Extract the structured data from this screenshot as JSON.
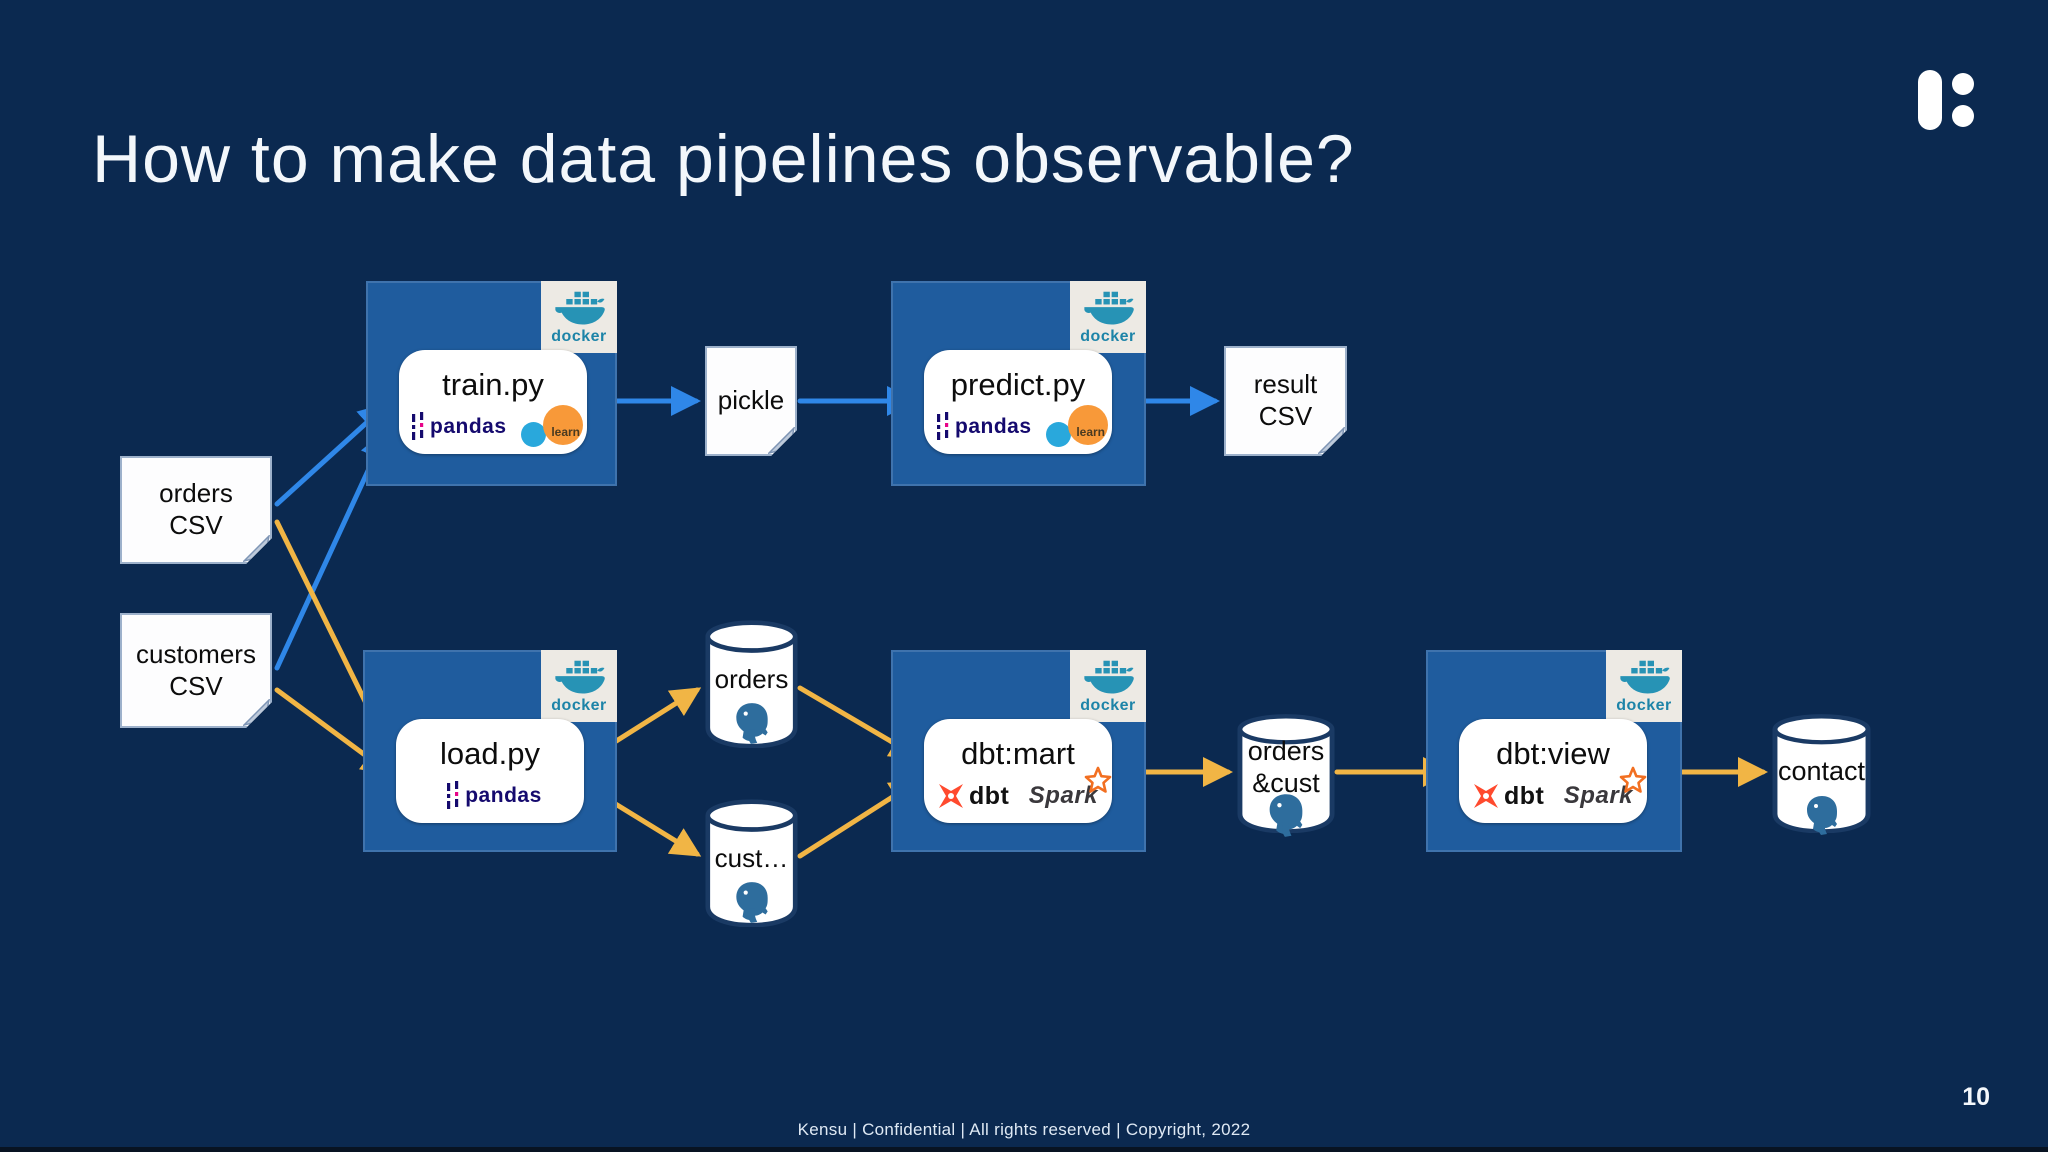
{
  "slide": {
    "title": "How to make data pipelines observable?",
    "footer": "Kensu | Confidential | All rights reserved | Copyright, 2022",
    "page_number": "10"
  },
  "colors": {
    "background": "#0b2950",
    "container_blue": "#1f5c9e",
    "arrow_blue": "#2f87e8",
    "arrow_yellow": "#f1b545",
    "node_white": "#ffffff",
    "cylinder_outline": "#1a3a64"
  },
  "logos": {
    "docker": "docker",
    "pandas": "pandas",
    "sklearn": "learn",
    "dbt": "dbt",
    "spark": "Spark"
  },
  "nodes": {
    "orders_csv": {
      "line1": "orders",
      "line2": "CSV"
    },
    "customers_csv": {
      "line1": "customers",
      "line2": "CSV"
    },
    "train": {
      "label": "train.py"
    },
    "pickle": {
      "label": "pickle"
    },
    "predict": {
      "label": "predict.py"
    },
    "result_csv": {
      "line1": "result",
      "line2": "CSV"
    },
    "load": {
      "label": "load.py"
    },
    "orders_db": {
      "label": "orders"
    },
    "cust_db": {
      "label": "cust…"
    },
    "mart": {
      "label": "dbt:mart"
    },
    "orders_cust_db": {
      "line1": "orders",
      "line2": "&cust"
    },
    "view": {
      "label": "dbt:view"
    },
    "contact_db": {
      "label": "contact"
    }
  },
  "edges": [
    {
      "from": "orders CSV",
      "to": "train.py",
      "color": "blue"
    },
    {
      "from": "customers CSV",
      "to": "train.py",
      "color": "blue"
    },
    {
      "from": "train.py",
      "to": "pickle",
      "color": "blue"
    },
    {
      "from": "pickle",
      "to": "predict.py",
      "color": "blue"
    },
    {
      "from": "predict.py",
      "to": "result CSV",
      "color": "blue"
    },
    {
      "from": "orders CSV",
      "to": "load.py",
      "color": "yellow"
    },
    {
      "from": "customers CSV",
      "to": "load.py",
      "color": "yellow"
    },
    {
      "from": "load.py",
      "to": "orders",
      "color": "yellow"
    },
    {
      "from": "load.py",
      "to": "cust…",
      "color": "yellow"
    },
    {
      "from": "orders",
      "to": "dbt:mart",
      "color": "yellow"
    },
    {
      "from": "cust…",
      "to": "dbt:mart",
      "color": "yellow"
    },
    {
      "from": "dbt:mart",
      "to": "orders &cust",
      "color": "yellow"
    },
    {
      "from": "orders &cust",
      "to": "dbt:view",
      "color": "yellow"
    },
    {
      "from": "dbt:view",
      "to": "contact",
      "color": "yellow"
    }
  ]
}
